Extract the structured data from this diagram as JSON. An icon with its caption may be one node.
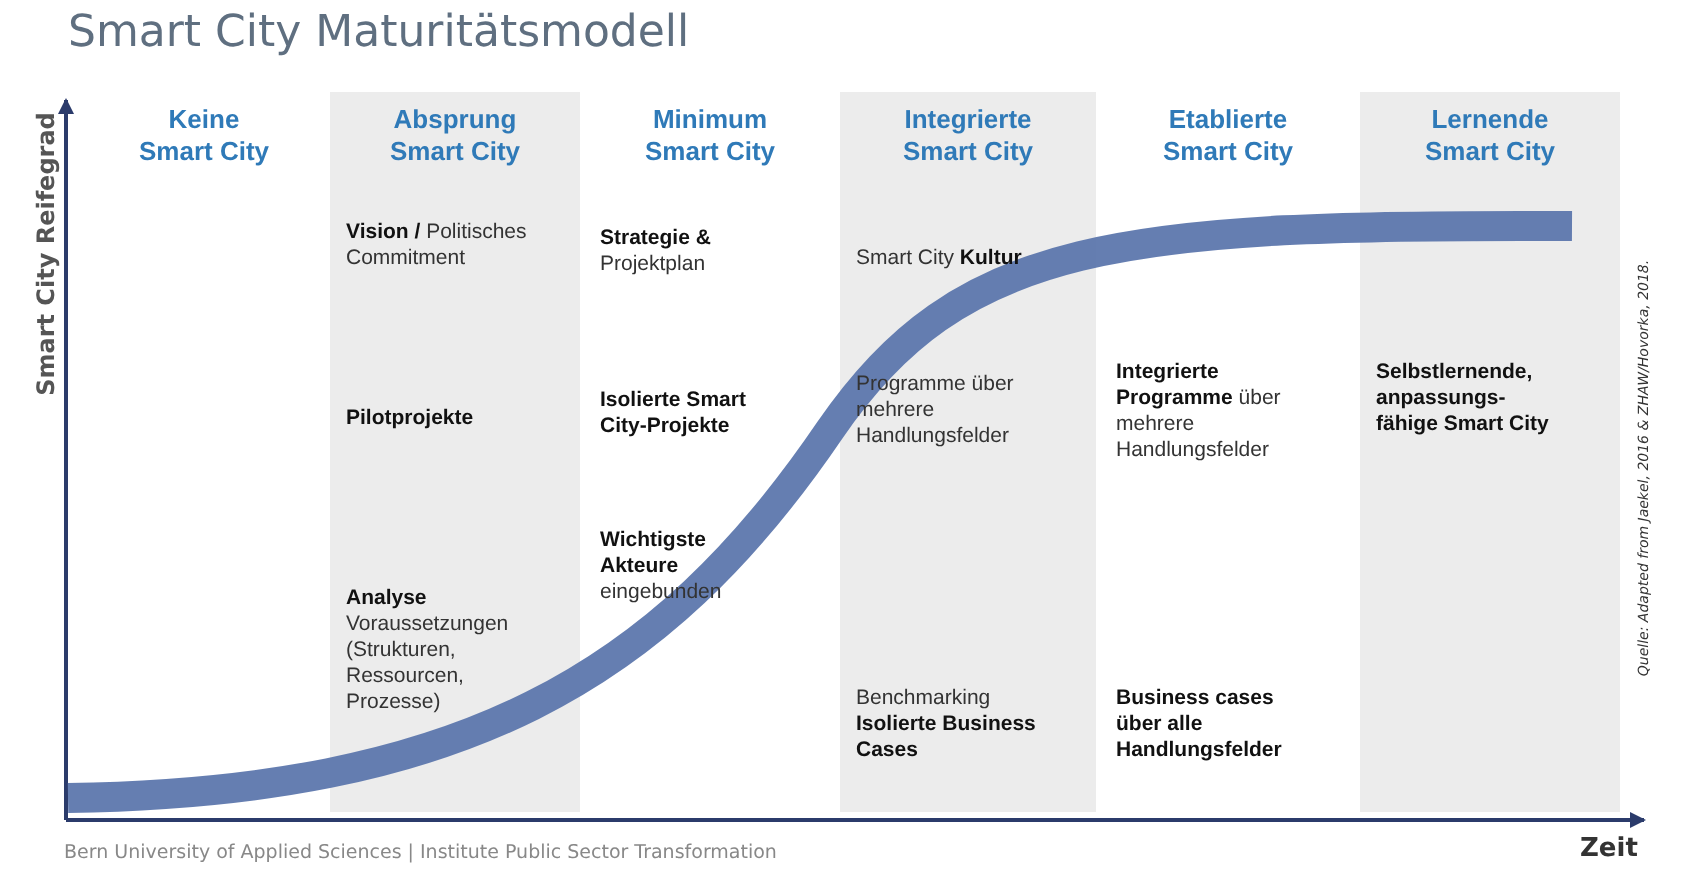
{
  "diagram": {
    "title": "Smart City Maturitätsmodell",
    "nodes": [
      {
        "text": [
          "Keine Smart City"
        ]
      },
      {
        "text": [
          "Absprung Smart City",
          "**Vision /** Politisches Commitment",
          "**Pilotprojekte**",
          "**Analyse** Voraussetzungen (Strukturen, Ressourcen, Prozesse)"
        ]
      },
      {
        "text": [
          "Minimum Smart City",
          "**Strategie &** Projektplan",
          "**Isolierte Smart City-Projekte**",
          "**Wichtigste Akteure** eingebunden"
        ]
      },
      {
        "text": [
          "Integrierte Smart City",
          "Smart City **Kultur**",
          "Programme über mehrere Handlungsfelder",
          "Benchmarking **Isolierte Business Cases**"
        ]
      },
      {
        "text": [
          "Etablierte Smart City",
          "**Integrierte Programme** über mehrere Handlungsfelder",
          "**Business cases über alle Handlungsfelder**"
        ]
      },
      {
        "text": [
          "Lernende Smart City",
          "**Selbstlernende, anpassungs-fähige Smart City**"
        ]
      }
    ],
    "edges": [],
    "labels": [
      "Smart City Reifegrad",
      "Zeit",
      "Bern University of Applied Sciences | Institute Public Sector Transformation",
      "Quelle: Adapted from Jaekel, 2016 & ZHAW/Hovorka, 2018."
    ]
  }
}
